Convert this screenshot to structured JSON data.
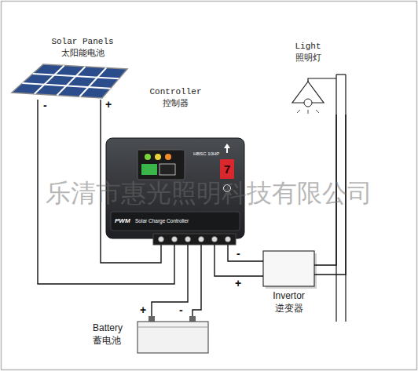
{
  "diagram": {
    "nodes": [
      {
        "text": [
          "Solar Panels",
          "太阳能电池"
        ]
      },
      {
        "text": [
          "Light",
          "照明灯"
        ]
      },
      {
        "text": [
          "Controller",
          "控制器"
        ]
      },
      {
        "text": [
          "Invertor",
          "逆变器"
        ]
      },
      {
        "text": [
          "Battery",
          "蓄电池"
        ]
      }
    ],
    "edges": [
      {
        "from": 0,
        "to": 2,
        "arrow": "none"
      },
      {
        "from": 0,
        "to": 2,
        "arrow": "none"
      },
      {
        "from": 2,
        "to": 4,
        "arrow": "none"
      },
      {
        "from": 2,
        "to": 4,
        "arrow": "none"
      },
      {
        "from": 2,
        "to": 3,
        "arrow": "none"
      },
      {
        "from": 2,
        "to": 3,
        "arrow": "none"
      },
      {
        "from": 3,
        "to": 1,
        "arrow": "none"
      },
      {
        "from": 3,
        "to": 1,
        "arrow": "none"
      }
    ],
    "labels": [
      "-",
      "+",
      "HBSC 10HP",
      "7",
      "PWM",
      "Solar Charge Controller",
      "-",
      "+",
      "+",
      "-",
      "乐清市惠光照明科技有限公司"
    ]
  }
}
